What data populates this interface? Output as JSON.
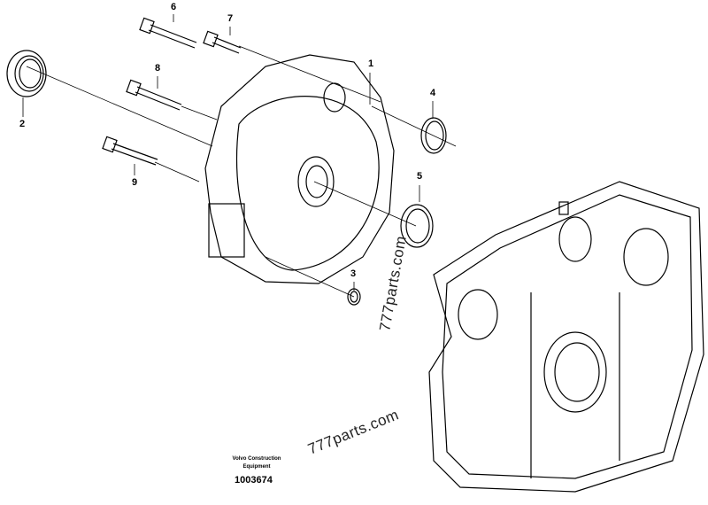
{
  "callouts": [
    "1",
    "2",
    "3",
    "4",
    "5",
    "6",
    "7",
    "8",
    "9"
  ],
  "watermark": "777parts.com",
  "brand": {
    "line1": "Volvo Construction",
    "line2": "Equipment"
  },
  "doc_number": "1003674"
}
